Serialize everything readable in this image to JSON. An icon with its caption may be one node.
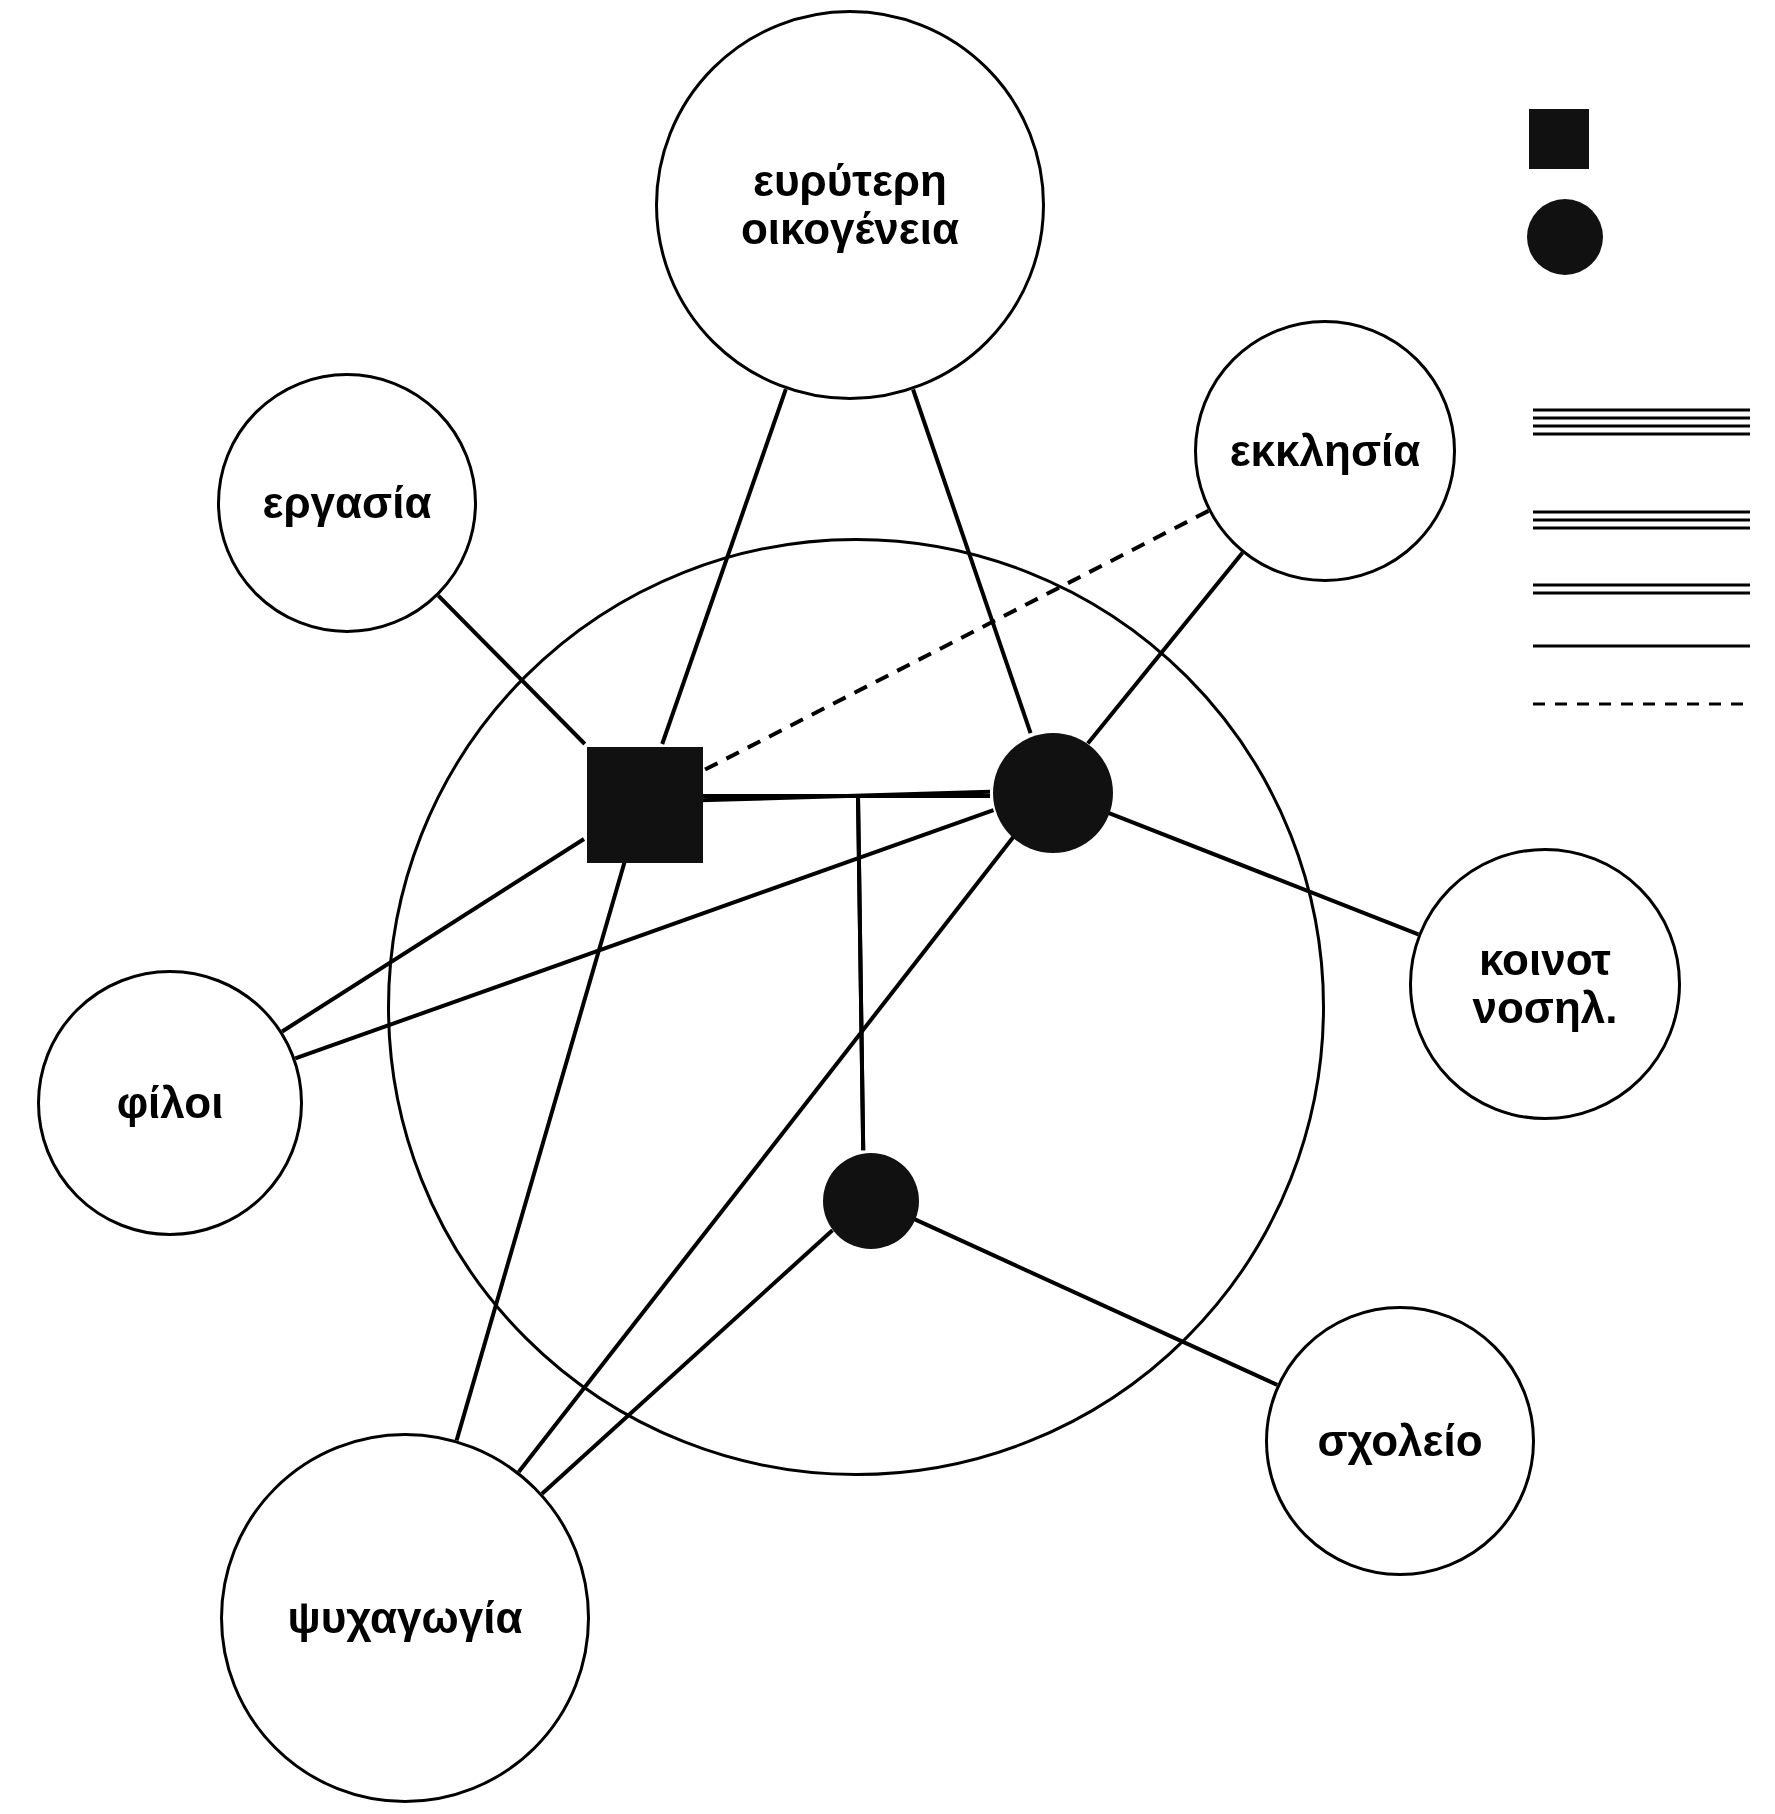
{
  "diagram": {
    "nodes": [
      {
        "text": [],
        "shape": "circle"
      },
      {
        "text": [
          "ευρύτερη οικογένεια"
        ]
      },
      {
        "text": [
          "εργασία"
        ]
      },
      {
        "text": [
          "εκκλησία"
        ]
      },
      {
        "text": [],
        "shape": "box",
        "in": 0
      },
      {
        "text": [],
        "shape": "circle",
        "in": 0
      },
      {
        "text": [
          "κοινοτ νοσηλ."
        ]
      },
      {
        "text": [
          "φίλοι"
        ]
      },
      {
        "text": [],
        "shape": "circle",
        "in": 0
      },
      {
        "text": [
          "σχολείο"
        ]
      },
      {
        "text": [
          "ψυχαγωγία"
        ]
      },
      {
        "text": [],
        "shape": "box"
      },
      {
        "text": [],
        "shape": "circle"
      }
    ],
    "edges": [
      {
        "from": 1,
        "to": 4,
        "arrow": "none"
      },
      {
        "from": 1,
        "to": 5,
        "arrow": "none"
      },
      {
        "from": 2,
        "to": 4,
        "arrow": "none"
      },
      {
        "from": 3,
        "to": 5,
        "arrow": "none"
      },
      {
        "from": 3,
        "to": 4,
        "arrow": "none",
        "style": "dashed"
      },
      {
        "from": 4,
        "to": 5,
        "arrow": "none"
      },
      {
        "from": 4,
        "to": 8,
        "arrow": "none"
      },
      {
        "from": 5,
        "to": 8,
        "arrow": "none"
      },
      {
        "from": 7,
        "to": 4,
        "arrow": "none"
      },
      {
        "from": 7,
        "to": 5,
        "arrow": "none"
      },
      {
        "from": 5,
        "to": 6,
        "arrow": "none"
      },
      {
        "from": 8,
        "to": 9,
        "arrow": "none"
      },
      {
        "from": 4,
        "to": 10,
        "arrow": "none"
      },
      {
        "from": 5,
        "to": 10,
        "arrow": "none"
      },
      {
        "from": 8,
        "to": 10,
        "arrow": "none"
      }
    ]
  }
}
